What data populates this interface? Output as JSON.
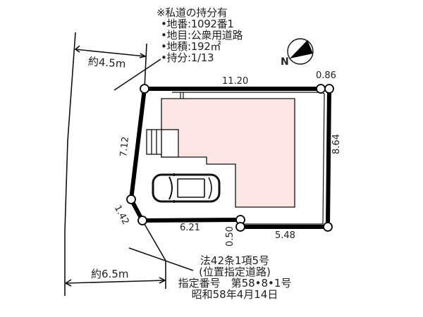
{
  "private_road_info": {
    "title": "※私道の持分有",
    "lines": [
      "•地番:1092番1",
      "•地目:公衆用道路",
      "•地積:192㎡",
      "•持分:1/13"
    ]
  },
  "north_arrow": {
    "label": "N"
  },
  "road_widths": {
    "north_road": "約4.5m",
    "west_road": "約6.5m"
  },
  "lot_dimensions": {
    "north": "11.20",
    "north_east_offset": "0.86",
    "east": "8.64",
    "south_east": "5.48",
    "south_step": "0.50",
    "south_west": "6.21",
    "corner_cut": "1.42",
    "west": "7.12"
  },
  "road_designation": {
    "lines": [
      "法42条1項5号",
      "(位置指定道路)",
      "指定番号　第58•8•1号",
      "昭和58年4月14日"
    ]
  },
  "colors": {
    "building_fill": "#fde6e4",
    "boundary": "#000000"
  }
}
